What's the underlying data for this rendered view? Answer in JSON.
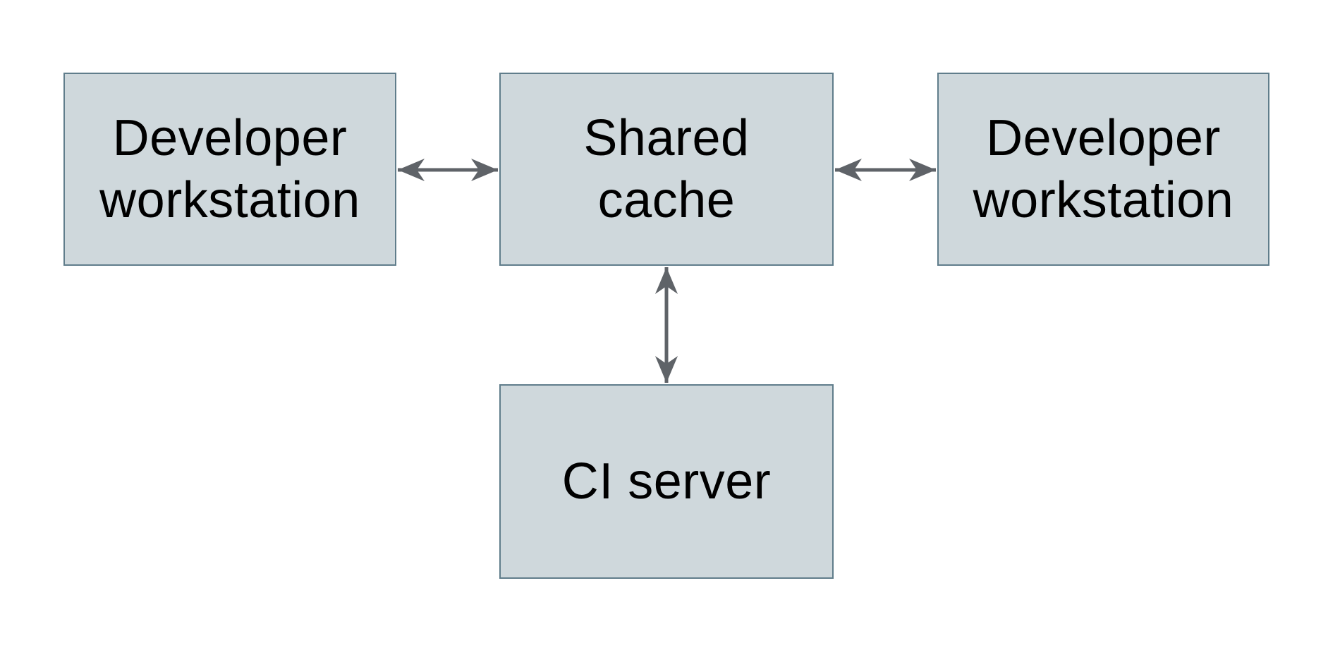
{
  "diagram": {
    "type": "architecture-diagram",
    "colors": {
      "background": "#ffffff",
      "box-fill": "#cfd8dc",
      "box-border": "#607d8b",
      "arrow": "#5f6368",
      "text": "#000000"
    },
    "nodes": [
      {
        "id": "developer-workstation-left",
        "label": "Developer\nworkstation"
      },
      {
        "id": "shared-cache",
        "label": "Shared\ncache"
      },
      {
        "id": "developer-workstation-right",
        "label": "Developer\nworkstation"
      },
      {
        "id": "ci-server",
        "label": "CI server"
      }
    ],
    "edges": [
      {
        "from": "developer-workstation-left",
        "to": "shared-cache",
        "direction": "bidirectional"
      },
      {
        "from": "shared-cache",
        "to": "developer-workstation-right",
        "direction": "bidirectional"
      },
      {
        "from": "shared-cache",
        "to": "ci-server",
        "direction": "bidirectional"
      }
    ]
  }
}
